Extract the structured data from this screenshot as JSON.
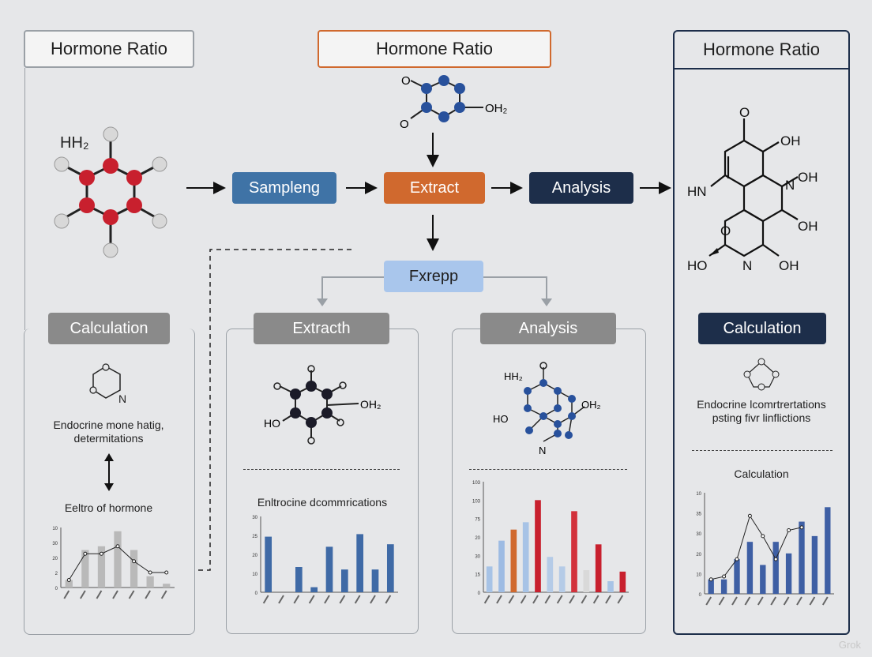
{
  "left": {
    "title": "Hormone Ratio",
    "molecule_label": "HH₂",
    "calc_label": "Calculation",
    "desc": "Endocrine mone hatig, determitations",
    "desc2": "Eeltro of hormone",
    "chart_ticks": [
      "10",
      "30",
      "20",
      "2",
      "0"
    ]
  },
  "center": {
    "title": "Hormone Ratio",
    "oh2": "OH₂",
    "o1": "O",
    "o2": "O",
    "sampling": "Sampleng",
    "extract": "Extract",
    "analysis": "Analysis",
    "fxrepp": "Fxrepp",
    "extract_panel": {
      "label": "Extracth",
      "oh2": "OH₂",
      "ho": "HO",
      "caption": "Enltrocine dcommrications",
      "ticks": [
        "30",
        "25",
        "20",
        "10",
        "0"
      ]
    },
    "analysis_panel": {
      "label": "Analysis",
      "hh2": "HH₂",
      "oh2": "OH₂",
      "ho": "HO",
      "n": "N",
      "ticks": [
        "103",
        "103",
        "75",
        "20",
        "30",
        "15",
        "0"
      ]
    }
  },
  "right": {
    "title": "Hormone Ratio",
    "mol": {
      "o": "O",
      "oh": "OH",
      "hn": "HN",
      "n": "N",
      "ho": "HO"
    },
    "calc_label": "Calculation",
    "desc": "Endocrine lcomrtrertations psting fivr linflictions",
    "caption": "Calculation",
    "ticks": [
      "10",
      "35",
      "30",
      "20",
      "10",
      "0"
    ]
  },
  "watermark": "Grok",
  "colors": {
    "sampling": "#3f73a6",
    "extract": "#d0692e",
    "analysis": "#1d2e4a",
    "fxrepp": "#a9c6ec",
    "gray_pill": "#8a8a8a",
    "navy_pill": "#1d2e4a",
    "atom_red": "#c8202e",
    "atom_blue": "#28519c"
  },
  "chart_data": [
    {
      "type": "bar",
      "title": "",
      "categories": [
        "",
        "",
        "",
        "",
        "",
        "",
        ""
      ],
      "series": [
        {
          "values": [
            2,
            10,
            11,
            15,
            10,
            3,
            1
          ]
        },
        {
          "values": [
            2,
            9,
            9,
            11,
            7,
            4,
            4
          ]
        }
      ],
      "ylim": [
        0,
        16
      ]
    },
    {
      "type": "bar",
      "title": "",
      "categories": [
        "",
        "",
        "",
        "",
        "",
        "",
        "",
        "",
        ""
      ],
      "series": [
        {
          "values": [
            22,
            0,
            10,
            2,
            18,
            9,
            23,
            9,
            19
          ]
        }
      ],
      "ylim": [
        0,
        30
      ]
    },
    {
      "type": "bar",
      "title": "",
      "categories": [
        "",
        "",
        "",
        "",
        "",
        "",
        "",
        "",
        ""
      ],
      "series": [
        {
          "values": [
            35,
            70,
            85,
            95,
            125,
            48,
            35,
            110,
            30,
            65,
            15,
            28
          ]
        }
      ],
      "ylim": [
        0,
        150
      ]
    },
    {
      "type": "bar",
      "title": "",
      "categories": [
        "",
        "",
        "",
        "",
        "",
        "",
        "",
        "",
        "",
        ""
      ],
      "series": [
        {
          "values": [
            5,
            5,
            12,
            18,
            10,
            18,
            14,
            25,
            20,
            30
          ]
        },
        {
          "values": [
            5,
            6,
            12,
            27,
            20,
            12,
            22,
            23
          ]
        }
      ],
      "ylim": [
        0,
        35
      ]
    }
  ]
}
